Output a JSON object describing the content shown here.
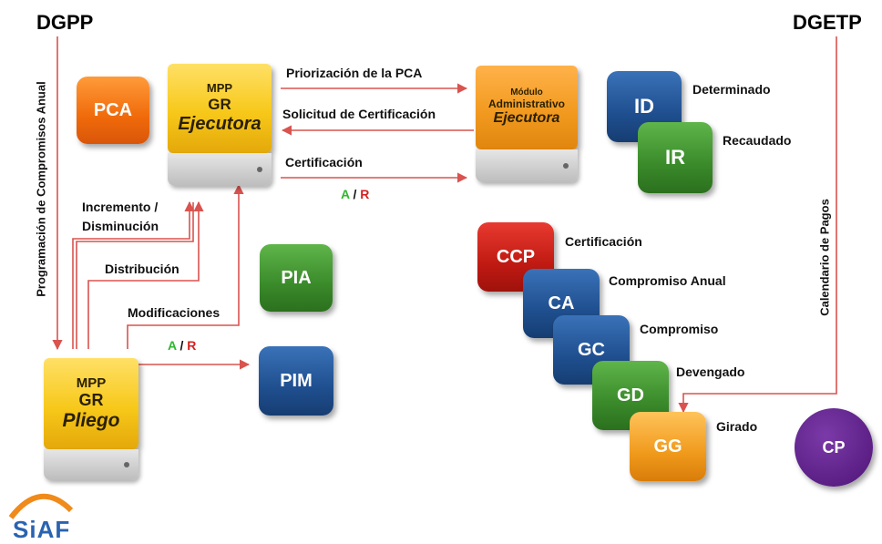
{
  "headers": {
    "left": "DGPP",
    "right": "DGETP"
  },
  "vertical_labels": {
    "left": "Programación de Compromisos Anual",
    "right": "Calendario de Pagos"
  },
  "drives": {
    "ejecutora": {
      "line1": "MPP",
      "line2": "GR",
      "line3": "Ejecutora"
    },
    "modulo": {
      "line1": "Módulo",
      "line2": "Administrativo",
      "line3": "Ejecutora"
    },
    "pliego": {
      "line1": "MPP",
      "line2": "GR",
      "line3": "Pliego"
    }
  },
  "boxes": {
    "pca": "PCA",
    "pia": "PIA",
    "pim": "PIM",
    "id": "ID",
    "ir": "IR",
    "ccp": "CCP",
    "ca": "CA",
    "gc": "GC",
    "gd": "GD",
    "gg": "GG",
    "cp": "CP"
  },
  "labels": {
    "priorizacion": "Priorización de la PCA",
    "solicitud": "Solicitud de Certificación",
    "certificacion_arrow": "Certificación",
    "incremento": "Incremento /",
    "disminucion": "Disminución",
    "distribucion": "Distribución",
    "modificaciones": "Modificaciones",
    "determinado": "Determinado",
    "recaudado": "Recaudado",
    "certificacion_step": "Certificación",
    "compromiso_anual": "Compromiso Anual",
    "compromiso": "Compromiso",
    "devengado": "Devengado",
    "girado": "Girado"
  },
  "ar_top": {
    "a": "A",
    "sep": " / ",
    "r": "R"
  },
  "ar_bottom": {
    "a": "A",
    "sep": " / ",
    "r": "R"
  },
  "logo": {
    "text": "SiAF"
  },
  "colors": {
    "arrow": "#d9534f",
    "a_green": "#2eb82e",
    "r_red": "#d62020"
  }
}
